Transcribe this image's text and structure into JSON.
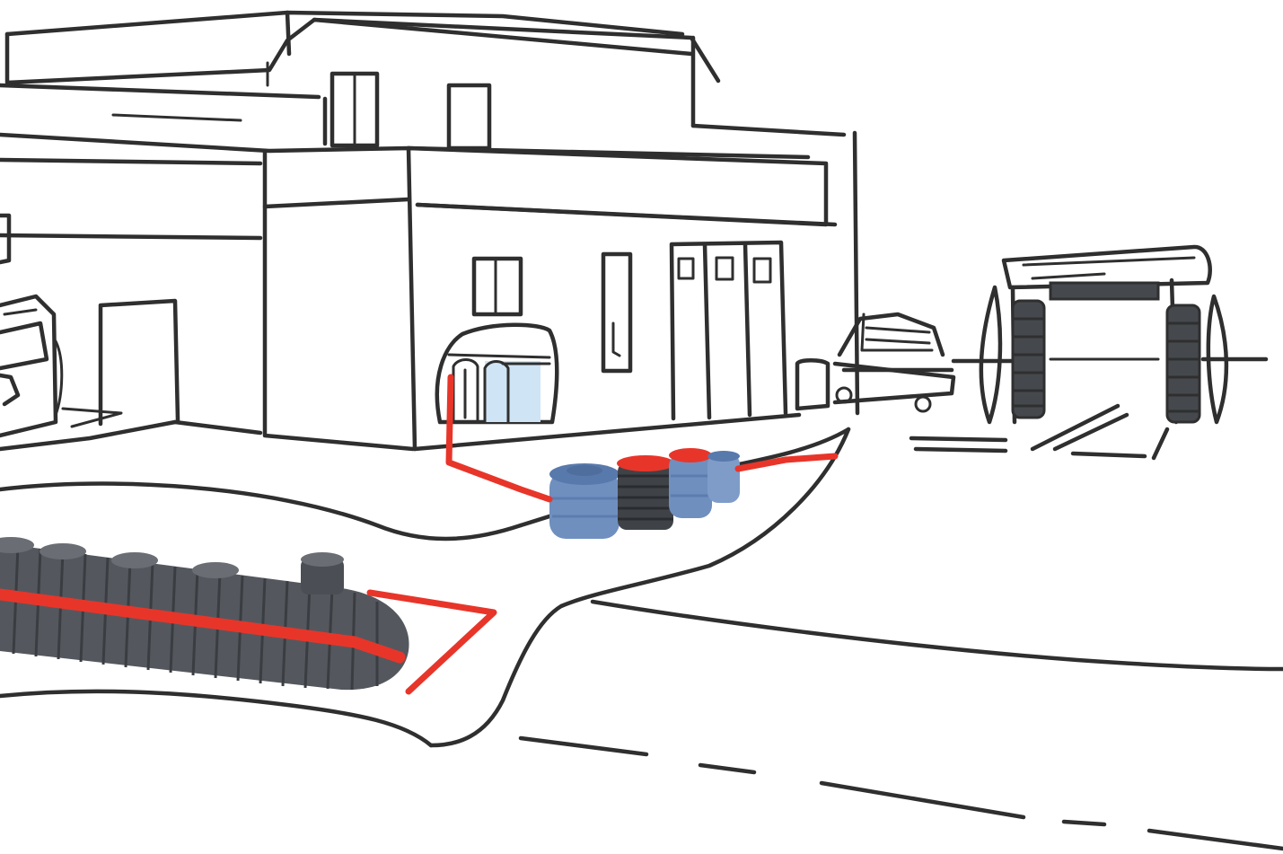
{
  "colors": {
    "background": "#ffffff",
    "ink": "#2f2f2f",
    "pipe": "#e8352a",
    "tank_blue": "#6f8fbf",
    "tank_dark": "#3f4348",
    "tank_gray": "#54585e",
    "water": "#cfe4f5"
  },
  "scene_elements": [
    "station-building",
    "fuel-pump",
    "service-bay-doors",
    "indoor-water-tanks",
    "car-ramp",
    "car-wash-gantry",
    "underground-blue-tanks",
    "underground-horizontal-tank",
    "red-pipes",
    "road"
  ]
}
